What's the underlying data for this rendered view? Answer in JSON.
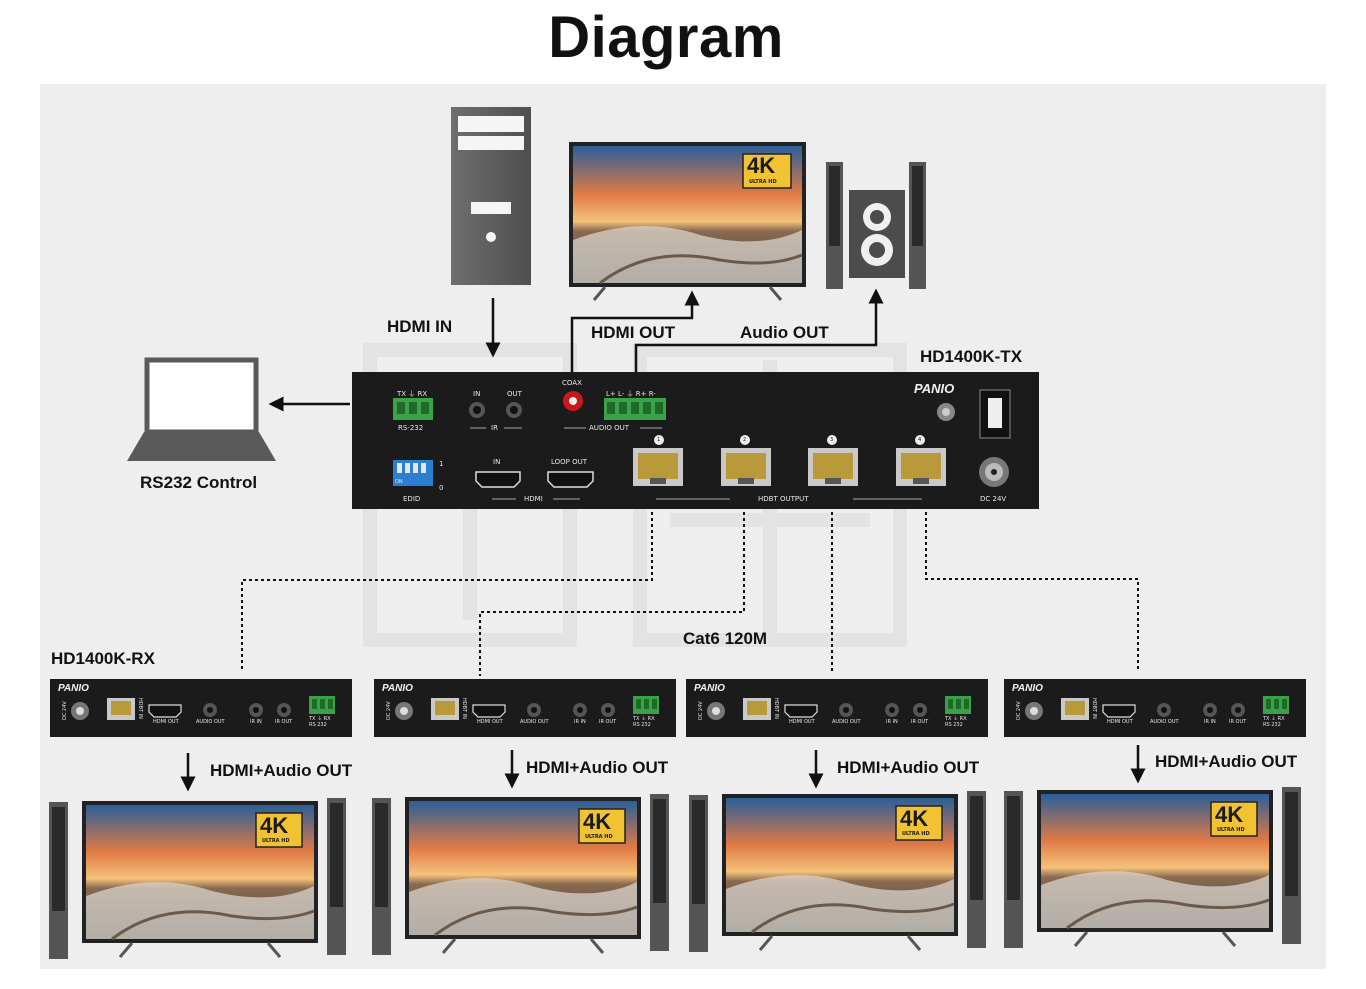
{
  "title": "Diagram",
  "labels": {
    "hdmi_in": "HDMI IN",
    "hdmi_out": "HDMI OUT",
    "audio_out": "Audio OUT",
    "tx_model": "HD1400K-TX",
    "rs232_control": "RS232 Control",
    "cat6": "Cat6 120M",
    "rx_model": "HD1400K-RX",
    "rx_output": "HDMI+Audio OUT"
  },
  "tx_panel": {
    "brand": "PANIO",
    "rs232_pins": "TX ⏚ RX",
    "rs232": "RS-232",
    "ir_in": "IN",
    "ir_out": "OUT",
    "ir": "IR",
    "coax": "COAX",
    "audio_pins": "L+ L- ⏚ R+ R-",
    "audio_out": "AUDIO OUT",
    "hdmi_in": "IN",
    "loop_out": "LOOP OUT",
    "hdmi": "HDMI",
    "edid": "EDID",
    "edid_on": "ON",
    "edid_one": "1",
    "edid_zero": "0",
    "hdbt_output": "HDBT OUTPUT",
    "ports": [
      "1",
      "2",
      "3",
      "4"
    ],
    "dc": "DC 24V"
  },
  "rx_panel": {
    "brand": "PANIO",
    "dc": "DC 24V",
    "hdbt_in": "HDBT IN",
    "hdmi_out": "HDMI OUT",
    "audio_out": "AUDIO OUT",
    "ir_in": "IR IN",
    "ir_out": "IR OUT",
    "rs232": "TX ⏚ RX RS 232"
  },
  "tv_badge": {
    "big": "4K",
    "small": "ULTRA HD"
  },
  "colors": {
    "panel": "#1b1b1b",
    "terminal": "#3aa34a",
    "edid_switch": "#2a7fd0",
    "coax": "#c8181b",
    "arrow": "#111111",
    "background": "#eeeeee"
  }
}
